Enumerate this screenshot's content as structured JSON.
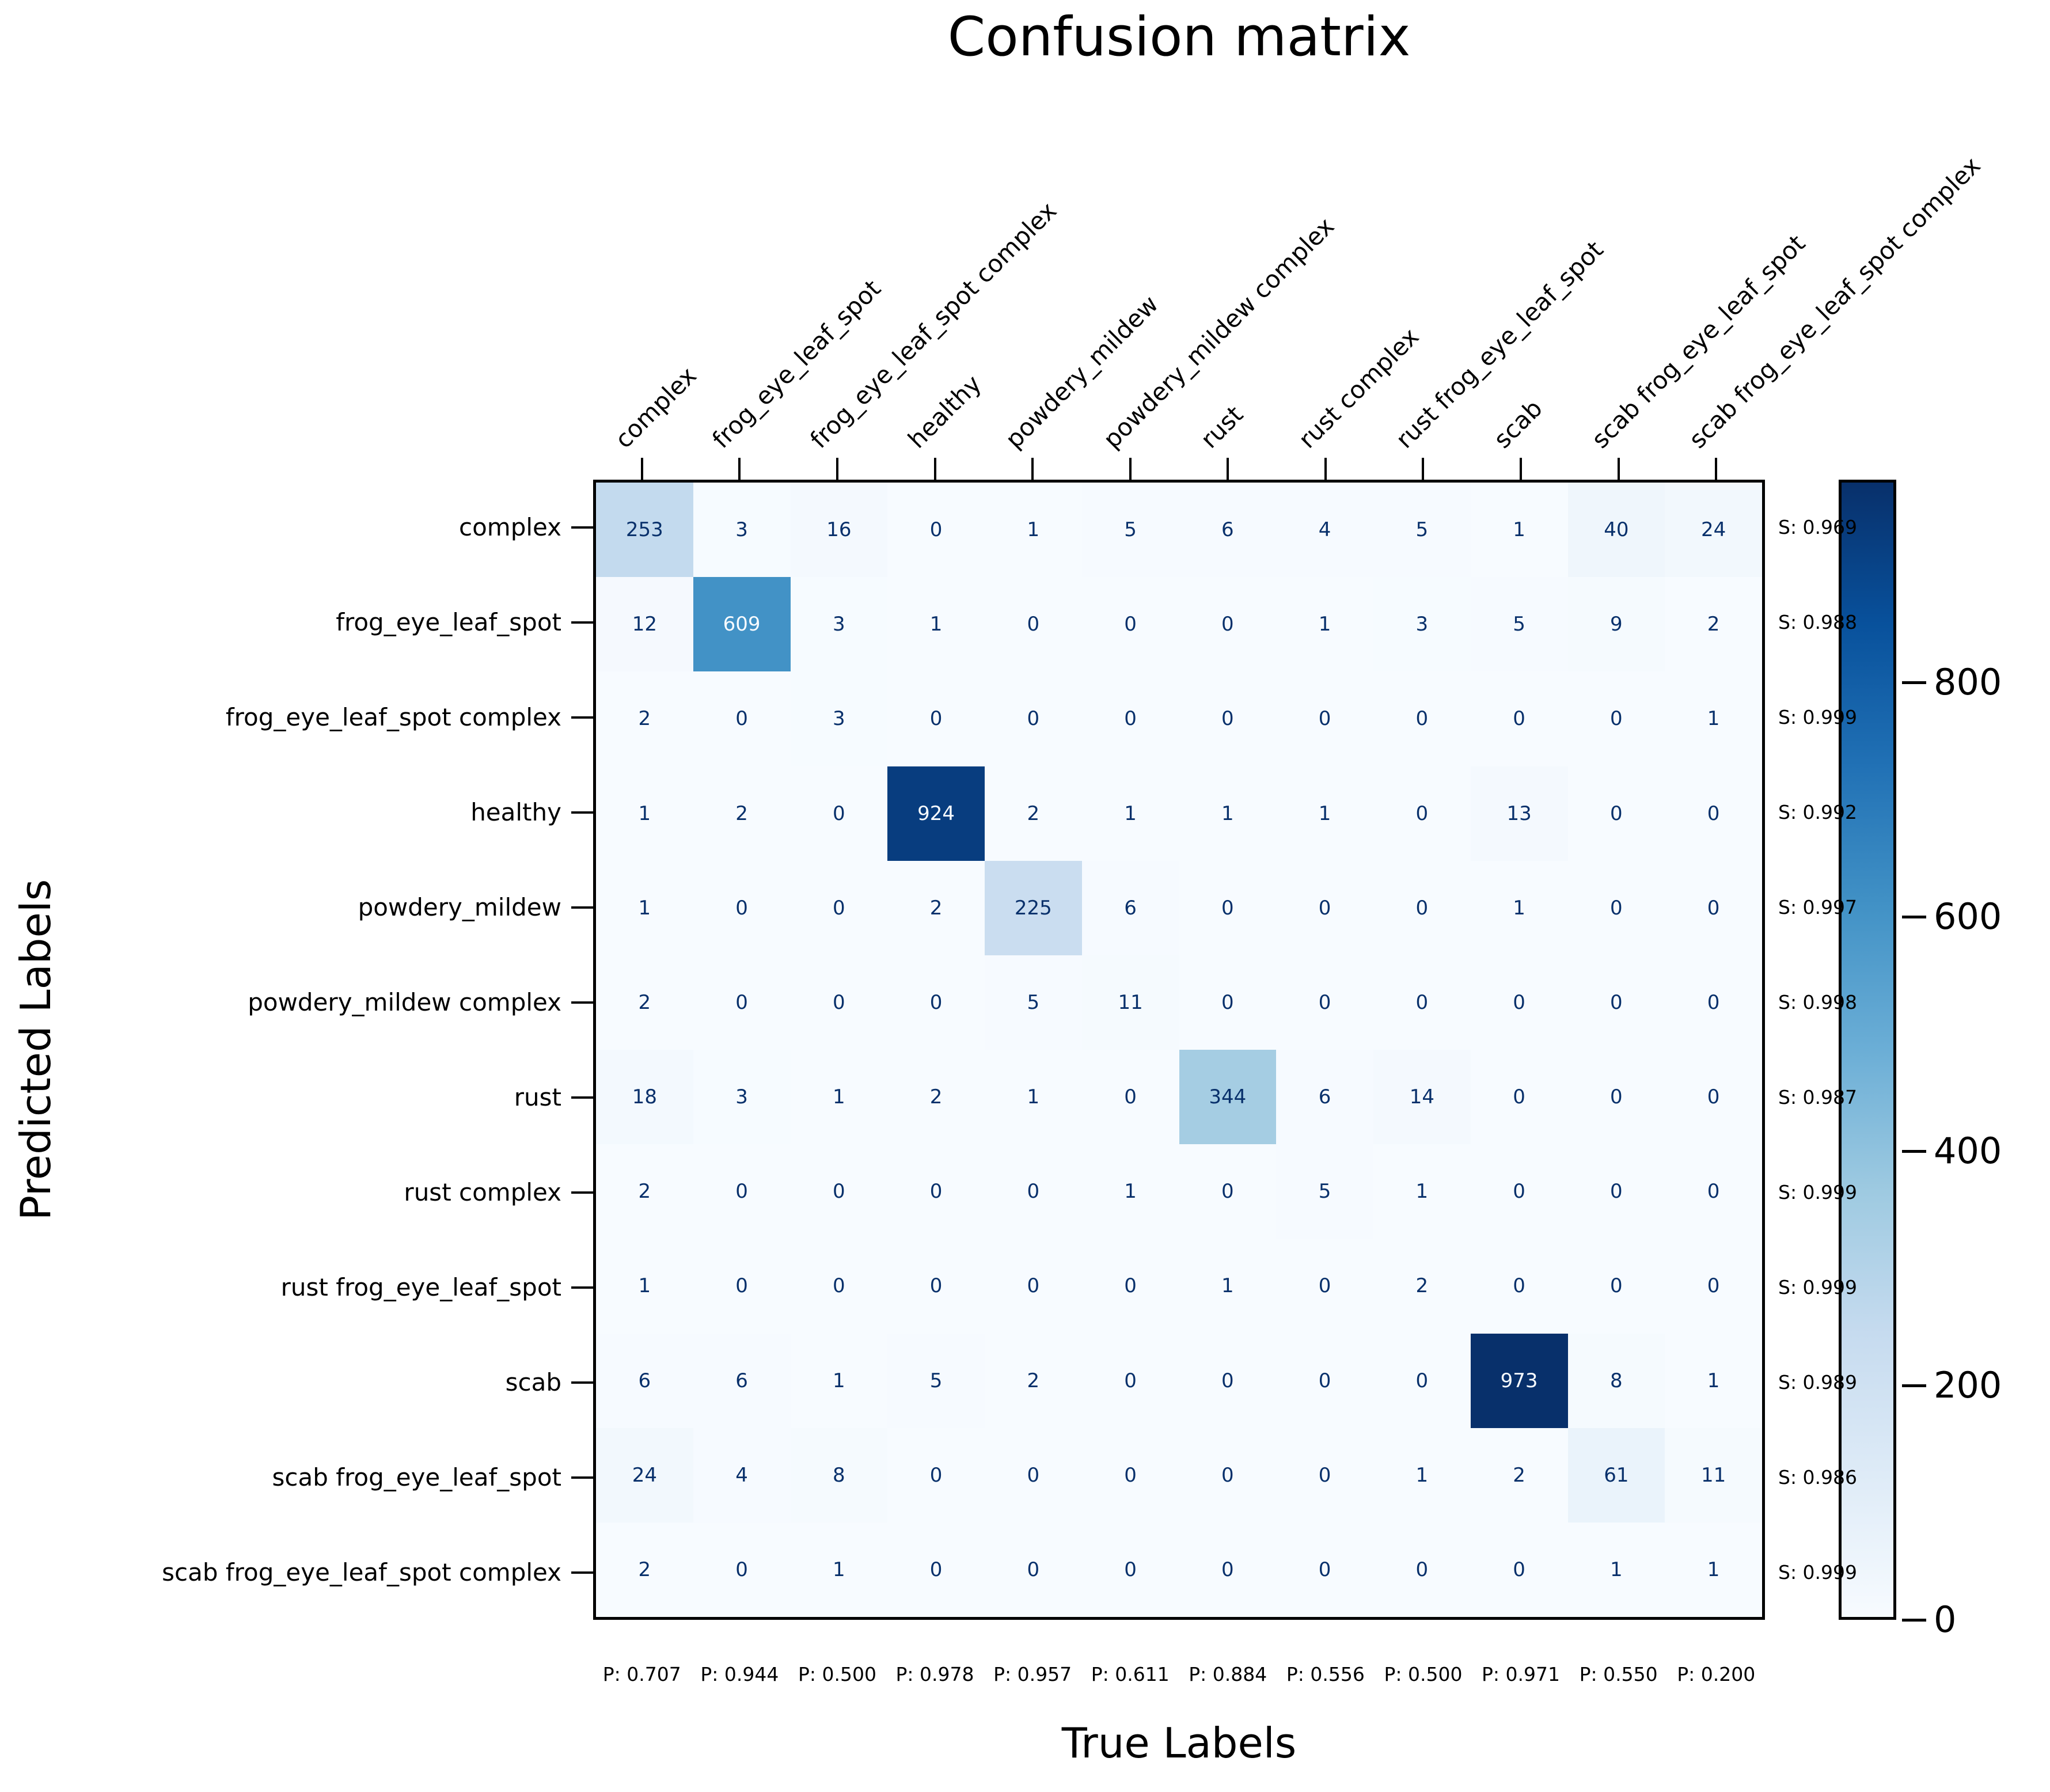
{
  "chart_data": {
    "type": "heatmap",
    "title": "Confusion matrix",
    "xlabel": "True Labels",
    "ylabel": "Predicted Labels",
    "colormap": "Blues",
    "vmin": 0,
    "vmax": 973,
    "grid": false,
    "legend_position": "right-colorbar",
    "categories": [
      "complex",
      "frog_eye_leaf_spot",
      "frog_eye_leaf_spot complex",
      "healthy",
      "powdery_mildew",
      "powdery_mildew complex",
      "rust",
      "rust complex",
      "rust frog_eye_leaf_spot",
      "scab",
      "scab frog_eye_leaf_spot",
      "scab frog_eye_leaf_spot complex"
    ],
    "matrix": [
      [
        253,
        3,
        16,
        0,
        1,
        5,
        6,
        4,
        5,
        1,
        40,
        24
      ],
      [
        12,
        609,
        3,
        1,
        0,
        0,
        0,
        1,
        3,
        5,
        9,
        2
      ],
      [
        2,
        0,
        3,
        0,
        0,
        0,
        0,
        0,
        0,
        0,
        0,
        1
      ],
      [
        1,
        2,
        0,
        924,
        2,
        1,
        1,
        1,
        0,
        13,
        0,
        0
      ],
      [
        1,
        0,
        0,
        2,
        225,
        6,
        0,
        0,
        0,
        1,
        0,
        0
      ],
      [
        2,
        0,
        0,
        0,
        5,
        11,
        0,
        0,
        0,
        0,
        0,
        0
      ],
      [
        18,
        3,
        1,
        2,
        1,
        0,
        344,
        6,
        14,
        0,
        0,
        0
      ],
      [
        2,
        0,
        0,
        0,
        0,
        1,
        0,
        5,
        1,
        0,
        0,
        0
      ],
      [
        1,
        0,
        0,
        0,
        0,
        0,
        1,
        0,
        2,
        0,
        0,
        0
      ],
      [
        6,
        6,
        1,
        5,
        2,
        0,
        0,
        0,
        0,
        973,
        8,
        1
      ],
      [
        24,
        4,
        8,
        0,
        0,
        0,
        0,
        0,
        1,
        2,
        61,
        11
      ],
      [
        2,
        0,
        1,
        0,
        0,
        0,
        0,
        0,
        0,
        0,
        1,
        1
      ]
    ],
    "row_summary": {
      "prefix": "S",
      "values": [
        "0.969",
        "0.988",
        "0.999",
        "0.992",
        "0.997",
        "0.998",
        "0.987",
        "0.999",
        "0.999",
        "0.989",
        "0.986",
        "0.999"
      ]
    },
    "col_summary": {
      "prefix": "P",
      "values": [
        "0.707",
        "0.944",
        "0.500",
        "0.978",
        "0.957",
        "0.611",
        "0.884",
        "0.556",
        "0.500",
        "0.971",
        "0.550",
        "0.200"
      ]
    },
    "colorbar_ticks": [
      0,
      200,
      400,
      600,
      800
    ],
    "colors": {
      "blues_stops": [
        "#f7fbff",
        "#deebf7",
        "#c6dbef",
        "#9ecae1",
        "#6baed6",
        "#4292c6",
        "#2171b5",
        "#08519c",
        "#08306b"
      ],
      "cell_text_dark": "#08306b",
      "cell_text_light": "#f7fbff",
      "axis_color": "#000000"
    }
  }
}
